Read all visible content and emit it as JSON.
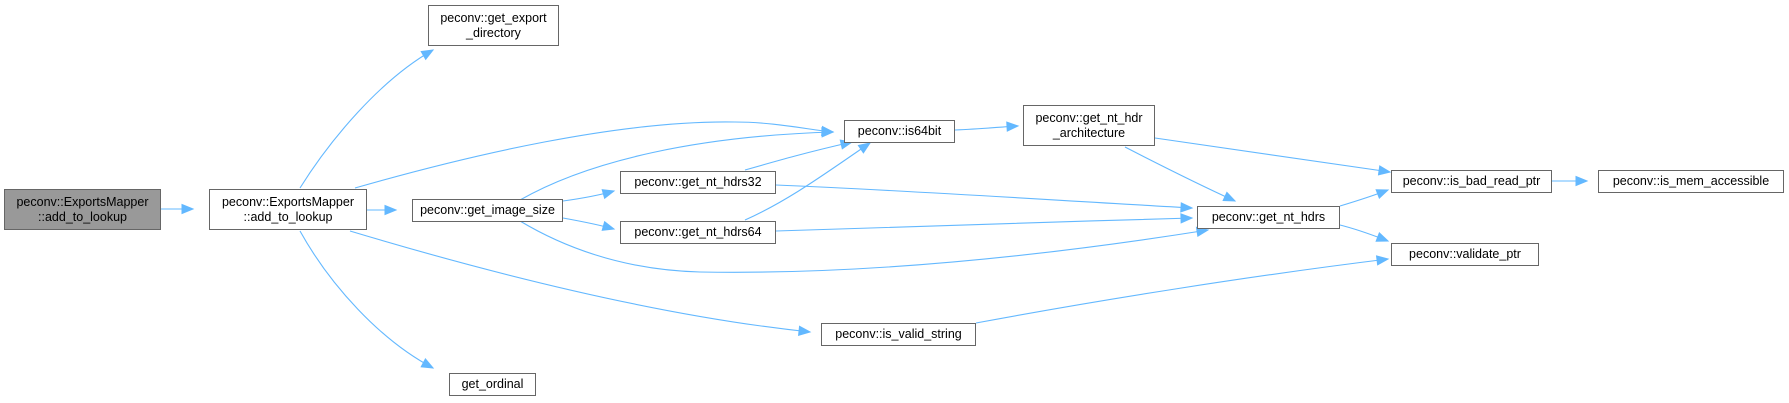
{
  "colors": {
    "edge": "#63b8ff",
    "node_border": "#666666",
    "root_fill": "#999999",
    "node_fill": "#ffffff"
  },
  "nodes": {
    "root": {
      "line1": "peconv::ExportsMapper",
      "line2": "::add_to_lookup"
    },
    "add_to_lookup": {
      "line1": "peconv::ExportsMapper",
      "line2": "::add_to_lookup"
    },
    "get_export_directory": {
      "line1": "peconv::get_export",
      "line2": "_directory"
    },
    "get_image_size": {
      "line1": "peconv::get_image_size"
    },
    "get_ordinal": {
      "line1": "get_ordinal"
    },
    "is64bit": {
      "line1": "peconv::is64bit"
    },
    "get_nt_hdrs32": {
      "line1": "peconv::get_nt_hdrs32"
    },
    "get_nt_hdrs64": {
      "line1": "peconv::get_nt_hdrs64"
    },
    "is_valid_string": {
      "line1": "peconv::is_valid_string"
    },
    "get_nt_hdr_architecture": {
      "line1": "peconv::get_nt_hdr",
      "line2": "_architecture"
    },
    "get_nt_hdrs": {
      "line1": "peconv::get_nt_hdrs"
    },
    "is_bad_read_ptr": {
      "line1": "peconv::is_bad_read_ptr"
    },
    "validate_ptr": {
      "line1": "peconv::validate_ptr"
    },
    "is_mem_accessible": {
      "line1": "peconv::is_mem_accessible"
    }
  }
}
